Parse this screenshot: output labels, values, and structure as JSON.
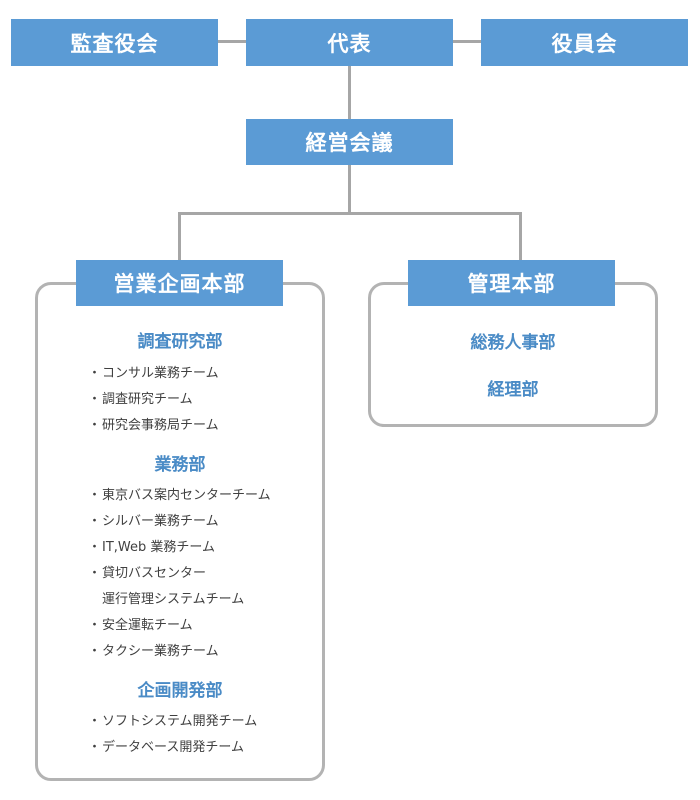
{
  "top": {
    "audit": "監査役会",
    "representative": "代表",
    "officers": "役員会"
  },
  "meeting": "経営会議",
  "sales": {
    "title": "営業企画本部",
    "departments": [
      {
        "name": "調査研究部",
        "teams": [
          "コンサル業務チーム",
          "調査研究チーム",
          "研究会事務局チーム"
        ]
      },
      {
        "name": "業務部",
        "teams": [
          "東京バス案内センターチーム",
          "シルバー業務チーム",
          "IT,Web 業務チーム",
          "貸切バスセンター",
          "運行管理システムチーム",
          "安全運転チーム",
          "タクシー業務チーム"
        ]
      },
      {
        "name": "企画開発部",
        "teams": [
          "ソフトシステム開発チーム",
          "データベース開発チーム"
        ]
      }
    ]
  },
  "admin": {
    "title": "管理本部",
    "departments": [
      "総務人事部",
      "経理部"
    ]
  },
  "bullet": "・"
}
